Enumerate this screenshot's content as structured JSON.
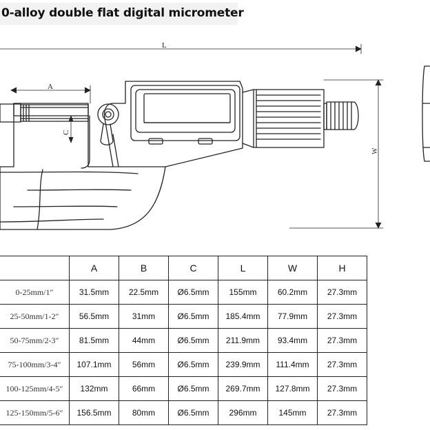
{
  "title": "0-alloy double flat digital micrometer",
  "drawing": {
    "dim_L": "L",
    "dim_A": "A",
    "dim_C": "C",
    "dim_W": "W"
  },
  "table": {
    "headers": [
      "",
      "A",
      "B",
      "C",
      "L",
      "W",
      "H"
    ],
    "rows": [
      [
        "0-25mm/1″",
        "31.5mm",
        "22.5mm",
        "Ø6.5mm",
        "155mm",
        "60.2mm",
        "27.3mm"
      ],
      [
        "25-50mm/1-2″",
        "56.5mm",
        "31mm",
        "Ø6.5mm",
        "185.4mm",
        "77.9mm",
        "27.3mm"
      ],
      [
        "50-75mm/2-3″",
        "81.5mm",
        "44mm",
        "Ø6.5mm",
        "211.9mm",
        "93.4mm",
        "27.3mm"
      ],
      [
        "75-100mm/3-4″",
        "107.1mm",
        "56mm",
        "Ø6.5mm",
        "239.9mm",
        "111.4mm",
        "27.3mm"
      ],
      [
        "100-125mm/4-5″",
        "132mm",
        "66mm",
        "Ø6.5mm",
        "269.7mm",
        "127.8mm",
        "27.3mm"
      ],
      [
        "125-150mm/5-6″",
        "156.5mm",
        "80mm",
        "Ø6.5mm",
        "296mm",
        "145mm",
        "27.3mm"
      ]
    ]
  }
}
